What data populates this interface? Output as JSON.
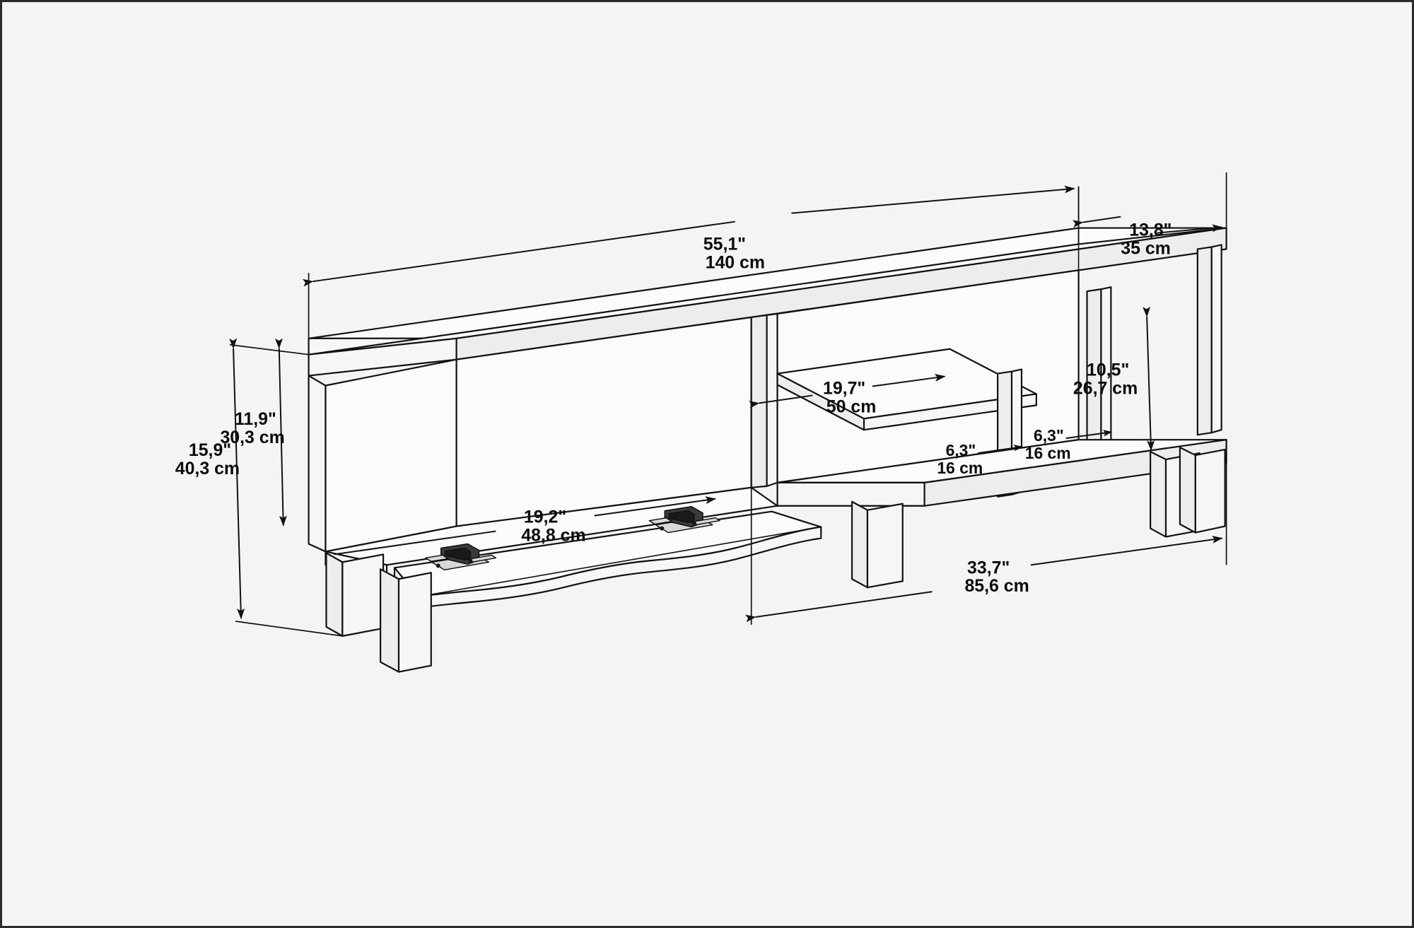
{
  "drawing": {
    "type": "isometric-technical-dimension-drawing",
    "subject": "tv-stand-media-console",
    "background_color": "#f4f4f4",
    "line_color": "#111111",
    "border_color": "#2b2b2b"
  },
  "dimensions": {
    "overall_width": {
      "imperial": "55,1\"",
      "metric": "140 cm"
    },
    "overall_depth": {
      "imperial": "13,8\"",
      "metric": "35 cm"
    },
    "overall_height": {
      "imperial": "15,9\"",
      "metric": "40,3 cm"
    },
    "cabinet_height": {
      "imperial": "11,9\"",
      "metric": "30,3 cm"
    },
    "open_shelf_height": {
      "imperial": "10,5\"",
      "metric": "26,7 cm"
    },
    "middle_shelf_width": {
      "imperial": "19,7\"",
      "metric": "50 cm"
    },
    "door_width": {
      "imperial": "19,2\"",
      "metric": "48,8 cm"
    },
    "compartment_left": {
      "imperial": "6,3\"",
      "metric": "16 cm"
    },
    "compartment_right": {
      "imperial": "6,3\"",
      "metric": "16 cm"
    },
    "open_section_width": {
      "imperial": "33,7\"",
      "metric": "85,6 cm"
    }
  },
  "parts": {
    "top_panel": "top-panel",
    "left_side_panel": "left-side-panel",
    "center_divider": "center-divider",
    "middle_shelf": "middle-shelf",
    "vertical_divider_left": "vertical-divider-left",
    "vertical_divider_right": "vertical-divider-right",
    "right_side_panel": "right-side-panel",
    "bottom_panel": "bottom-panel",
    "drop_down_door": "drop-down-door",
    "hinge_left": "hinge-left",
    "hinge_right": "hinge-right",
    "leg_front_left": "leg-front-left",
    "leg_back_left": "leg-back-left",
    "leg_center": "leg-center",
    "leg_front_right": "leg-front-right",
    "leg_back_right": "leg-back-right"
  }
}
